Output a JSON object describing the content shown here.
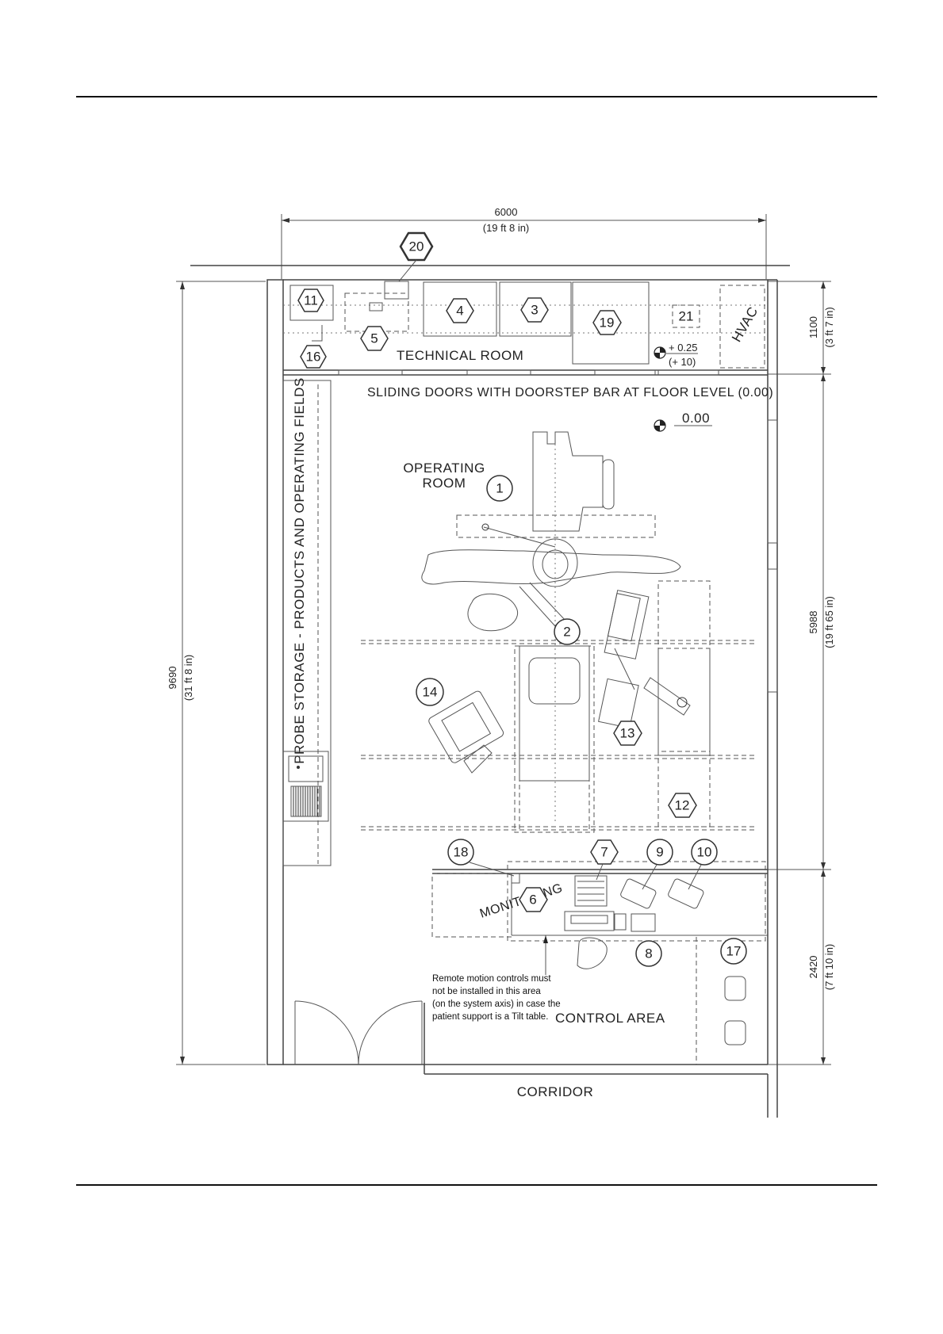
{
  "dimensions": {
    "width": "6000",
    "width_imperial": "(19 ft 8 in)",
    "height": "9690",
    "height_imperial": "(31 ft 8 in)",
    "technical_room": "1100",
    "technical_room_imperial": "(3 ft 7 in)",
    "operating_room": "5988",
    "operating_room_imperial": "(19 ft 65 in)",
    "control_area": "2420",
    "control_area_imperial": "(7 ft 10 in)"
  },
  "labels": {
    "technical_room": "TECHNICAL  ROOM",
    "sliding_doors": "SLIDING DOORS WITH DOORSTEP BAR AT FLOOR LEVEL (0.00)",
    "operating_room_line1": "OPERATING",
    "operating_room_line2": "ROOM",
    "probe_storage": "PROBE STORAGE - PRODUCTS AND OPERATING FIELDS",
    "monitoring": "MONITORING",
    "control_area": "CONTROL AREA",
    "corridor": "CORRIDOR",
    "hvac": "HVAC"
  },
  "levels": {
    "tech_level": "+ 0.25",
    "tech_level_imperial": "(+ 10)",
    "floor_level": "0.00"
  },
  "note": {
    "line1": "Remote motion controls must",
    "line2": "not be installed in this area",
    "line3": "(on the system axis) in case the",
    "line4": "patient support is a Tilt table."
  },
  "callouts": {
    "c1": "1",
    "c2": "2",
    "c3": "3",
    "c4": "4",
    "c5": "5",
    "c6": "6",
    "c7": "7",
    "c8": "8",
    "c9": "9",
    "c10": "10",
    "c11": "11",
    "c12": "12",
    "c13": "13",
    "c14": "14",
    "c16": "16",
    "c17": "17",
    "c18": "18",
    "c19": "19",
    "c20": "20",
    "c21": "21"
  }
}
